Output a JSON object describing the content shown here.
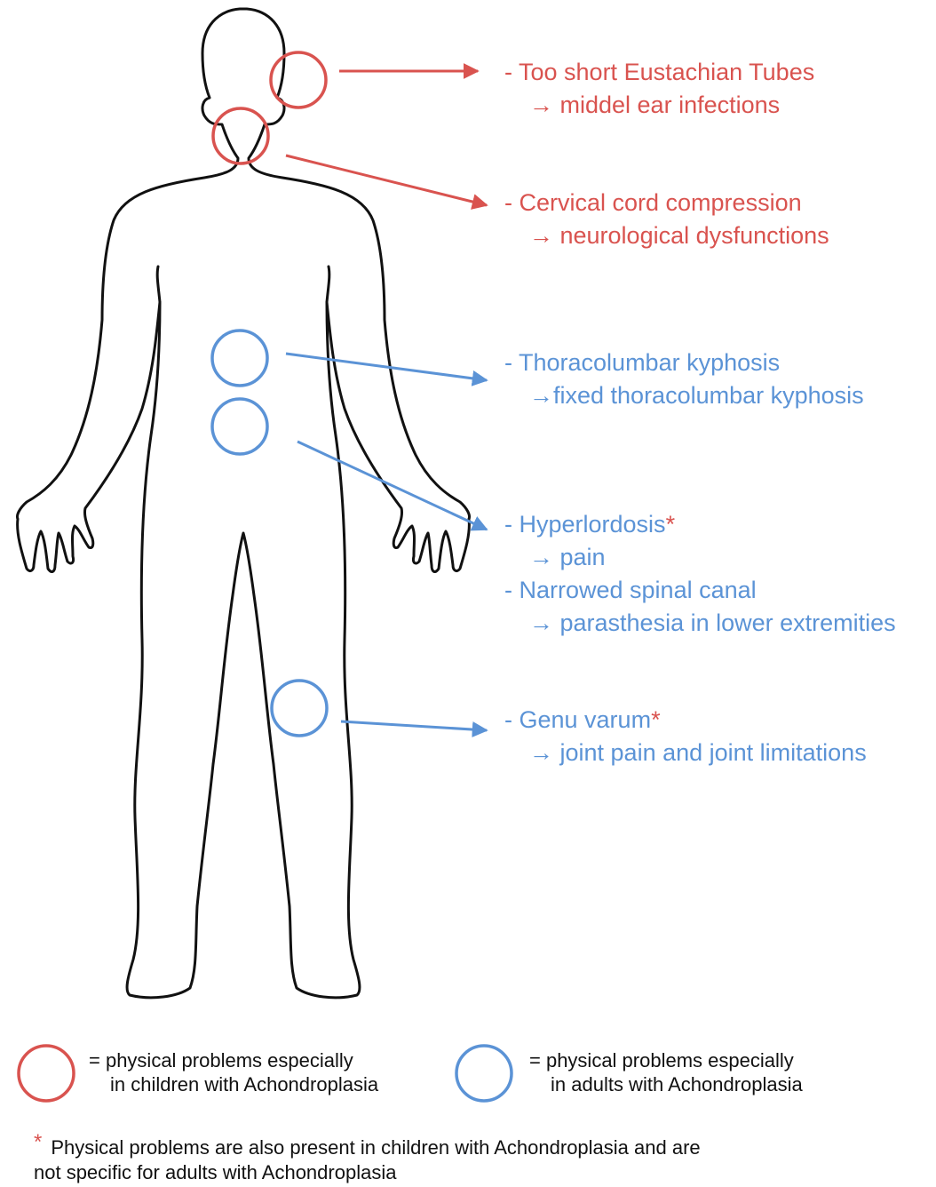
{
  "annotations": {
    "eustachian": {
      "line1": "- Too short Eustachian Tubes",
      "line2": "→ middel ear infections",
      "color": "#d9534f"
    },
    "cervical": {
      "line1": "- Cervical cord compression",
      "line2": "→ neurological dysfunctions",
      "color": "#d9534f"
    },
    "thoracolumbar": {
      "line1": "- Thoracolumbar kyphosis",
      "line2": "→fixed thoracolumbar kyphosis",
      "color": "#5b93d6"
    },
    "hyperlordosis": {
      "line1": "- Hyperlordosis",
      "star": "*",
      "line2": "→ pain",
      "line3": "- Narrowed spinal canal",
      "line4": "→ parasthesia in lower extremities",
      "color": "#5b93d6"
    },
    "genu": {
      "line1": "- Genu varum",
      "star": "*",
      "line2": "→ joint pain and joint limitations",
      "color": "#5b93d6"
    }
  },
  "legend": {
    "children": {
      "line1": "= physical problems especially",
      "line2": "in children with Achondroplasia",
      "color": "#d9534f"
    },
    "adults": {
      "line1": "= physical problems especially",
      "line2": "in adults with Achondroplasia",
      "color": "#5b93d6"
    }
  },
  "footnote": {
    "star": "*",
    "line1": "Physical problems are also present in children with Achondroplasia and are",
    "line2": "not specific for adults with Achondroplasia"
  }
}
